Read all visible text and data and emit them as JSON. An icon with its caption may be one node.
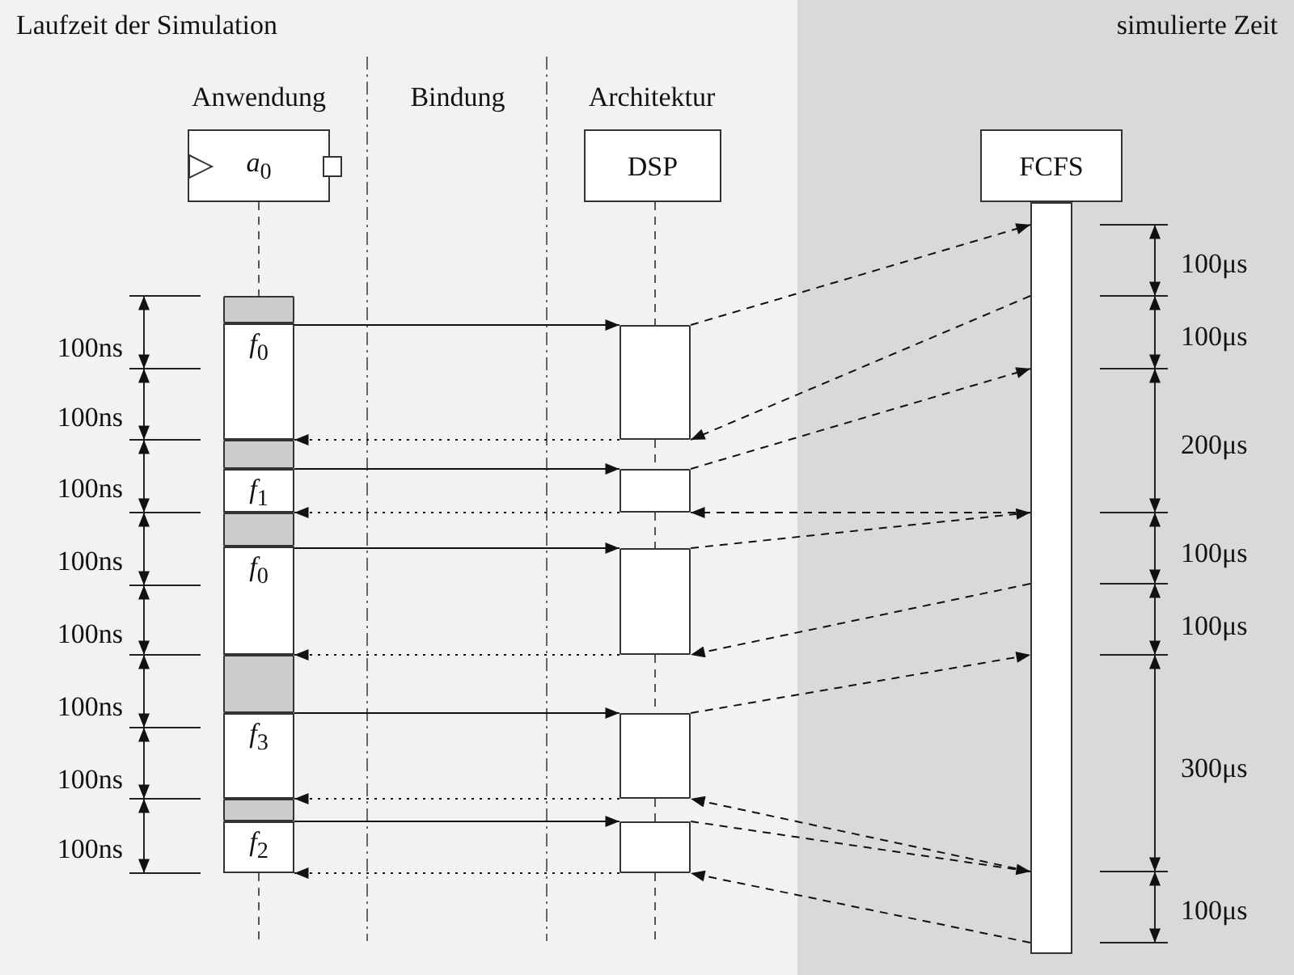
{
  "diagram": {
    "nodes": [
      {
        "text": [
          "Laufzeit der Simulation"
        ]
      },
      {
        "text": [
          "simulierte Zeit"
        ]
      },
      {
        "text": [
          "*a*$_{0}$"
        ],
        "in": 0
      },
      {
        "text": [
          "DSP"
        ],
        "in": 0
      },
      {
        "text": [
          "FCFS"
        ],
        "in": 1
      },
      {
        "text": [],
        "shape": "bar",
        "in": 1
      },
      {
        "text": [],
        "shape": "box",
        "in": 0
      },
      {
        "text": [
          "*f*$_{0}$"
        ],
        "in": 0
      },
      {
        "text": [],
        "shape": "box",
        "in": 0
      },
      {
        "text": [
          "*f*$_{1}$"
        ],
        "in": 0
      },
      {
        "text": [],
        "shape": "box",
        "in": 0
      },
      {
        "text": [
          "*f*$_{0}$"
        ],
        "in": 0
      },
      {
        "text": [],
        "shape": "box",
        "in": 0
      },
      {
        "text": [
          "*f*$_{3}$"
        ],
        "in": 0
      },
      {
        "text": [],
        "shape": "box",
        "in": 0
      },
      {
        "text": [
          "*f*$_{2}$"
        ],
        "in": 0
      },
      {
        "text": [],
        "shape": "box",
        "in": 0
      },
      {
        "text": [],
        "shape": "box",
        "in": 0
      },
      {
        "text": [],
        "shape": "box",
        "in": 0
      },
      {
        "text": [],
        "shape": "box",
        "in": 0
      },
      {
        "text": [],
        "shape": "box",
        "in": 0
      }
    ],
    "edges": [
      {
        "from": 7,
        "to": 16,
        "arrow": "to"
      },
      {
        "from": 9,
        "to": 17,
        "arrow": "to"
      },
      {
        "from": 11,
        "to": 18,
        "arrow": "to"
      },
      {
        "from": 13,
        "to": 19,
        "arrow": "to"
      },
      {
        "from": 15,
        "to": 20,
        "arrow": "to"
      },
      {
        "from": 16,
        "to": 7,
        "arrow": "to",
        "style": "dashed"
      },
      {
        "from": 17,
        "to": 9,
        "arrow": "to",
        "style": "dashed"
      },
      {
        "from": 18,
        "to": 11,
        "arrow": "to",
        "style": "dashed"
      },
      {
        "from": 19,
        "to": 13,
        "arrow": "to",
        "style": "dashed"
      },
      {
        "from": 20,
        "to": 15,
        "arrow": "to",
        "style": "dashed"
      },
      {
        "from": 16,
        "to": 5,
        "arrow": "to",
        "style": "dashed"
      },
      {
        "from": 5,
        "to": 16,
        "arrow": "to",
        "style": "dashed"
      },
      {
        "from": 17,
        "to": 5,
        "arrow": "to",
        "style": "dashed"
      },
      {
        "from": 5,
        "to": 17,
        "arrow": "to",
        "style": "dashed"
      },
      {
        "from": 18,
        "to": 5,
        "arrow": "to",
        "style": "dashed"
      },
      {
        "from": 5,
        "to": 18,
        "arrow": "to",
        "style": "dashed"
      },
      {
        "from": 19,
        "to": 5,
        "arrow": "to",
        "style": "dashed"
      },
      {
        "from": 5,
        "to": 19,
        "arrow": "to",
        "style": "dashed"
      },
      {
        "from": 20,
        "to": 5,
        "arrow": "to",
        "style": "dashed"
      },
      {
        "from": 5,
        "to": 20,
        "arrow": "to",
        "style": "dashed"
      },
      {
        "from": 2,
        "to": 6,
        "arrow": "none",
        "style": "dashed"
      },
      {
        "from": 15,
        "to": null,
        "arrow": "none",
        "style": "dashed"
      },
      {
        "from": 3,
        "to": 16,
        "arrow": "none",
        "style": "dashed"
      },
      {
        "from": 16,
        "to": 17,
        "arrow": "none",
        "style": "dashed"
      },
      {
        "from": 17,
        "to": 18,
        "arrow": "none",
        "style": "dashed"
      },
      {
        "from": 18,
        "to": 19,
        "arrow": "none",
        "style": "dashed"
      },
      {
        "from": 19,
        "to": 20,
        "arrow": "none",
        "style": "dashed"
      },
      {
        "from": 20,
        "to": null,
        "arrow": "none",
        "style": "dashed"
      }
    ],
    "labels": [
      "Anwendung",
      "Bindung",
      "Architektur",
      "100ns",
      "100ns",
      "100ns",
      "100ns",
      "100ns",
      "100ns",
      "100ns",
      "100ns",
      "100μs",
      "100μs",
      "200μs",
      "100μs",
      "100μs",
      "300μs",
      "100μs"
    ]
  }
}
